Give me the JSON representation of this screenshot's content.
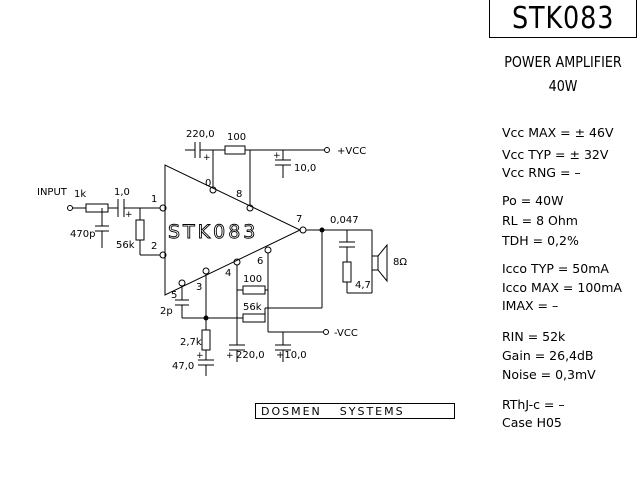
{
  "title": "STK083",
  "subtitle_line1": "POWER AMPLIFIER",
  "subtitle_line2": "40W",
  "brand": {
    "part1": "DOSMEN",
    "part2": "SYSTEMS"
  },
  "specs": [
    "Vcc MAX = ± 46V",
    "Vcc TYP = ± 32V",
    "Vcc RNG = –",
    "Po = 40W",
    "RL = 8 Ohm",
    "TDH = 0,2%",
    "Icco TYP = 50mA",
    "Icco MAX = 100mA",
    "IMAX = –",
    "RIN = 52k",
    "Gain = 26,4dB",
    "Noise = 0,3mV",
    "RThJ-c = –",
    "Case H05"
  ],
  "schematic": {
    "chip_label": "STK083",
    "input_label": "INPUT",
    "vcc_pos": "+VCC",
    "vcc_neg": "-VCC",
    "speaker_label": "8Ω",
    "components": {
      "r_in": "1k",
      "c_in": "1,0",
      "c_470p": "470p",
      "r_56k_in": "56k",
      "c_220_top": "220,0",
      "r_100_top": "100",
      "c_10_top": "10,0",
      "c_0047": "0,047",
      "r_47": "4,7",
      "c_2p": "2p",
      "r_27k": "2,7k",
      "c_47": "47,0",
      "r_100_bot": "100",
      "r_56k_bot": "56k",
      "c_220_bot": "220,0",
      "c_10_bot": "+10,0"
    },
    "pins": {
      "p0": "0",
      "p1": "1",
      "p2": "2",
      "p3": "3",
      "p4": "4",
      "p5": "5",
      "p6": "6",
      "p7": "7",
      "p8": "8"
    }
  }
}
